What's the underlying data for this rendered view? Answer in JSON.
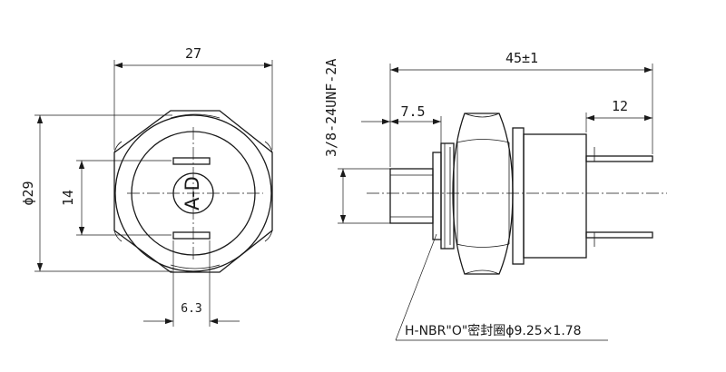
{
  "front_view": {
    "width_dim": "27",
    "diameter_dim": "ϕ29",
    "pin_spacing_dim": "14",
    "pin_width_dim": "6.3",
    "marking": "A-D"
  },
  "side_view": {
    "thread_dim": "3/8-24UNF-2A",
    "length_dim": "45±1",
    "port_dim": "7.5",
    "pin_length_dim": "12",
    "seal_note": "H-NBR\"O\"密封圈ϕ9.25×1.78"
  }
}
